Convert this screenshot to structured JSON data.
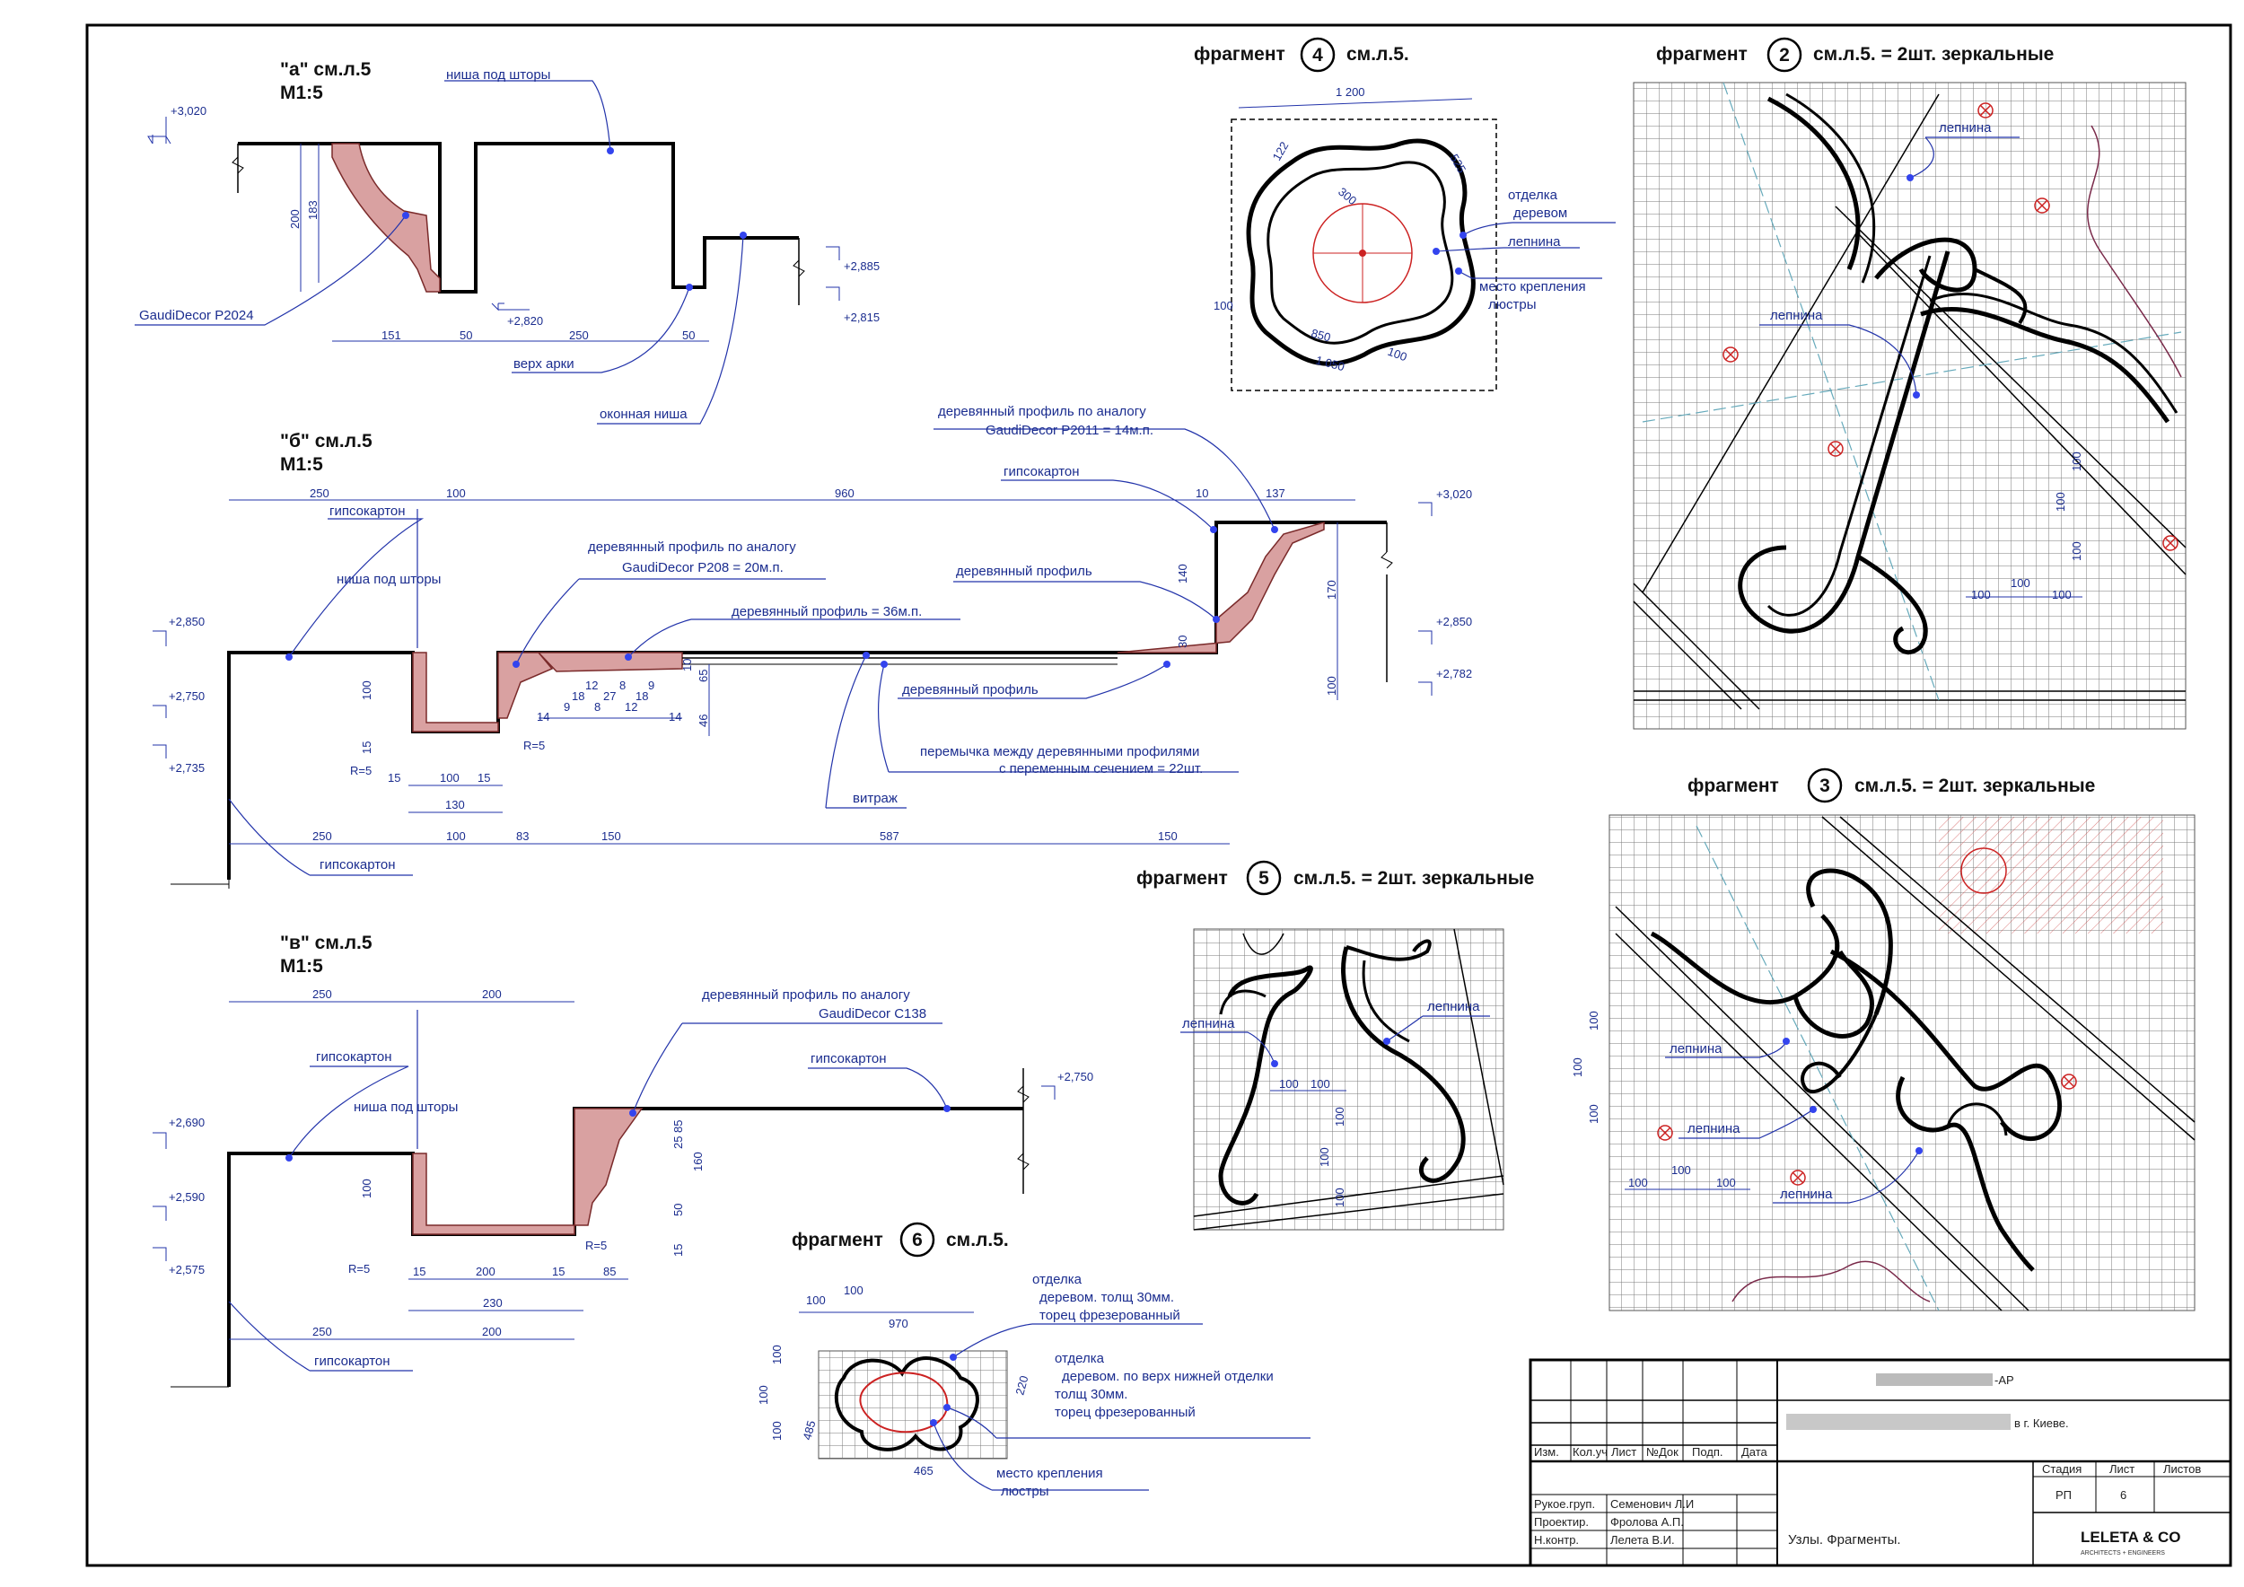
{
  "sections": {
    "a": {
      "title": "\"а\" см.л.5",
      "scale": "M1:5",
      "labels": {
        "niche": "ниша под шторы",
        "product": "GaudiDecor P2024",
        "arch": "верх арки",
        "window": "оконная ниша"
      },
      "levels": [
        "+3,020",
        "+2,820",
        "+2,885",
        "+2,815"
      ],
      "dims": [
        "151",
        "50",
        "250",
        "50",
        "200",
        "183"
      ]
    },
    "b": {
      "title": "\"б\" см.л.5",
      "scale": "M1:5",
      "labels": {
        "gypsum1": "гипсокартон",
        "niche": "ниша под шторы",
        "profile_a1": "деревянный профиль по аналогу",
        "profile_a1b": "GaudiDecor P208 = 20м.п.",
        "profile_36": "деревянный профиль = 36м.п.",
        "profile_a2": "деревянный профиль по аналогу",
        "profile_a2b": "GaudiDecor P2011 = 14м.п.",
        "gypsum_top": "гипсокартон",
        "profile_r": "деревянный профиль",
        "profile_mid": "деревянный профиль",
        "lintel1": "перемычка между деревянными профилями",
        "lintel2": "с переменным сечением = 22шт.",
        "vitrage": "витраж",
        "gypsum2": "гипсокартон"
      },
      "levels": [
        "+3,020",
        "+2,850",
        "+2,750",
        "+2,735",
        "+2,850",
        "+2,782"
      ],
      "dims_top": [
        "250",
        "100",
        "960",
        "10",
        "137"
      ],
      "dims_bottom": [
        "250",
        "100",
        "83",
        "150",
        "587",
        "150"
      ],
      "dims_misc": [
        "100",
        "15",
        "R=5",
        "R=5",
        "15",
        "100",
        "15",
        "130",
        "140",
        "30",
        "170",
        "100",
        "46",
        "65",
        "10",
        "12",
        "8",
        "9",
        "18",
        "27",
        "18",
        "9",
        "8",
        "12",
        "14",
        "14"
      ]
    },
    "v": {
      "title": "\"в\" см.л.5",
      "scale": "M1:5",
      "labels": {
        "gypsum1": "гипсокартон",
        "niche": "ниша под шторы",
        "profile1": "деревянный профиль по аналогу",
        "profile2": "GaudiDecor C138",
        "gypsum_r": "гипсокартон",
        "gypsum2": "гипсокартон"
      },
      "levels": [
        "+2,750",
        "+2,690",
        "+2,590",
        "+2,575"
      ],
      "dims_top": [
        "250",
        "200"
      ],
      "dims_bottom": [
        "250",
        "200"
      ],
      "dims_misc": [
        "100",
        "R=5",
        "R=5",
        "15",
        "200",
        "15",
        "85",
        "230",
        "25",
        "85",
        "160",
        "50",
        "15"
      ]
    }
  },
  "fragments": {
    "f4": {
      "label": "фрагмент",
      "num": "4",
      "ref": "см.л.5.",
      "labels": {
        "wood": "отделка",
        "wood2": "деревом",
        "mold": "лепнина",
        "mount": "место крепления",
        "mount2": "люстры"
      },
      "dims": [
        "1 200",
        "525",
        "122",
        "300",
        "100",
        "850",
        "1 050",
        "100"
      ]
    },
    "f2": {
      "label": "фрагмент",
      "num": "2",
      "ref": "см.л.5. = 2шт. зеркальные",
      "labels": {
        "m1": "лепнина",
        "m2": "лепнина"
      },
      "dims": [
        "100",
        "100",
        "100",
        "100",
        "100",
        "100"
      ]
    },
    "f3": {
      "label": "фрагмент",
      "num": "3",
      "ref": "см.л.5. = 2шт. зеркальные",
      "labels": {
        "m1": "лепнина",
        "m2": "лепнина",
        "m3": "лепнина"
      },
      "dims": [
        "100",
        "100",
        "100",
        "100",
        "100",
        "100"
      ]
    },
    "f5": {
      "label": "фрагмент",
      "num": "5",
      "ref": "см.л.5. = 2шт. зеркальные",
      "labels": {
        "m1": "лепнина",
        "m2": "лепнина"
      },
      "dims": [
        "100",
        "100",
        "100",
        "100",
        "100"
      ]
    },
    "f6": {
      "label": "фрагмент",
      "num": "6",
      "ref": "см.л.5.",
      "labels": {
        "w1": "отделка",
        "w2": "деревом. толщ 30мм.",
        "w3": "торец фрезерованный",
        "w4": "отделка",
        "w5": "деревом. по верх нижней отделки",
        "w6": "толщ 30мм.",
        "w7": "торец фрезерованный",
        "mount": "место крепления",
        "mount2": "люстры"
      },
      "dims": [
        "100",
        "100",
        "970",
        "100",
        "100",
        "100",
        "485",
        "465",
        "220"
      ]
    }
  },
  "titleblock": {
    "project_code": "-АР",
    "location": "в г. Киеве.",
    "headers": [
      "Изм.",
      "Кол.уч",
      "Лист",
      "№Док",
      "Подп.",
      "Дата"
    ],
    "stage_h": "Стадия",
    "sheet_h": "Лист",
    "sheets_h": "Листов",
    "stage": "РП",
    "sheet": "6",
    "roles": [
      {
        "role": "Рукое.груп.",
        "name": "Семенович Л.И"
      },
      {
        "role": "Проектир.",
        "name": "Фролова А.П."
      },
      {
        "role": "Н.контр.",
        "name": "Лелета В.И."
      }
    ],
    "sheet_title": "Узлы. Фрагменты.",
    "logo": "LELETA & CO",
    "logo_sub": "ARCHITECTS + ENGINEERS"
  },
  "colors": {
    "line": "#000000",
    "annot": "#1b2d8f",
    "wood": "#d9a1a1",
    "red": "#cc2222"
  }
}
